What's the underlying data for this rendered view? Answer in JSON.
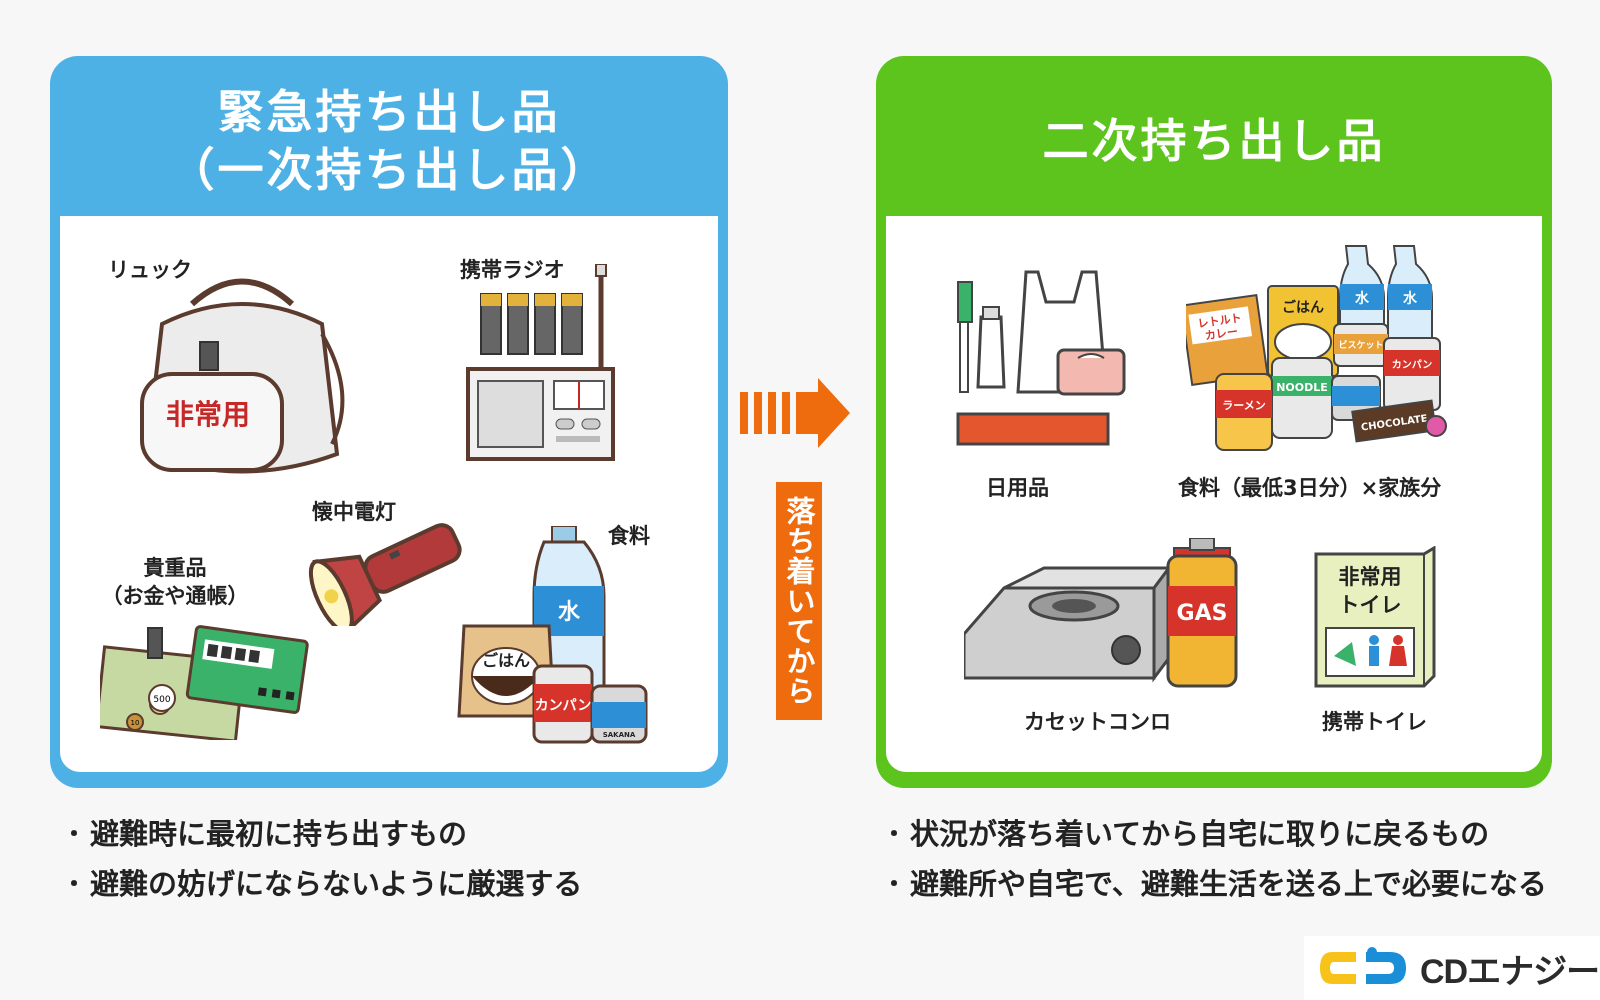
{
  "left_panel": {
    "title_line1": "緊急持ち出し品",
    "title_line2": "（一次持ち出し品）",
    "color": "#4db1e6",
    "items": {
      "backpack": {
        "label": "リュック",
        "tag": "非常用"
      },
      "radio": {
        "label": "携帯ラジオ"
      },
      "flashlight": {
        "label": "懐中電灯"
      },
      "valuables": {
        "label": "貴重品",
        "sub": "（お金や通帳）",
        "coin": "500",
        "coin2": "10"
      },
      "food": {
        "label": "食料",
        "water": "水",
        "rice": "ごはん",
        "can": "カンパン",
        "tuna": "SAKANA"
      }
    }
  },
  "arrow": {
    "label": "落ち着いてから",
    "color": "#ee6b0e"
  },
  "right_panel": {
    "title": "二次持ち出し品",
    "color": "#5cc41c",
    "items": {
      "daily": {
        "label": "日用品"
      },
      "food": {
        "label": "食料（最低3日分）×家族分",
        "water": "水",
        "curry": "レトルト\nカレー",
        "rice": "ごはん",
        "biscuit": "ビスケット",
        "kanpan": "カンパン",
        "noodle": "NOODLE",
        "ramen": "ラーメン",
        "choco": "CHOCOLATE"
      },
      "stove": {
        "label": "カセットコンロ",
        "gas": "GAS"
      },
      "toilet": {
        "label": "携帯トイレ",
        "box_line1": "非常用",
        "box_line2": "トイレ"
      }
    }
  },
  "notes_left": [
    "避難時に最初に持ち出すもの",
    "避難の妨げにならないように厳選する"
  ],
  "notes_right": [
    "状況が落ち着いてから自宅に取りに戻るもの",
    "避難所や自宅で、避難生活を送る上で必要になる"
  ],
  "logo": {
    "text": "CDエナジー",
    "icon": "cd-energy-logo-icon",
    "colors": [
      "#f7c21a",
      "#1a8fd8"
    ]
  }
}
